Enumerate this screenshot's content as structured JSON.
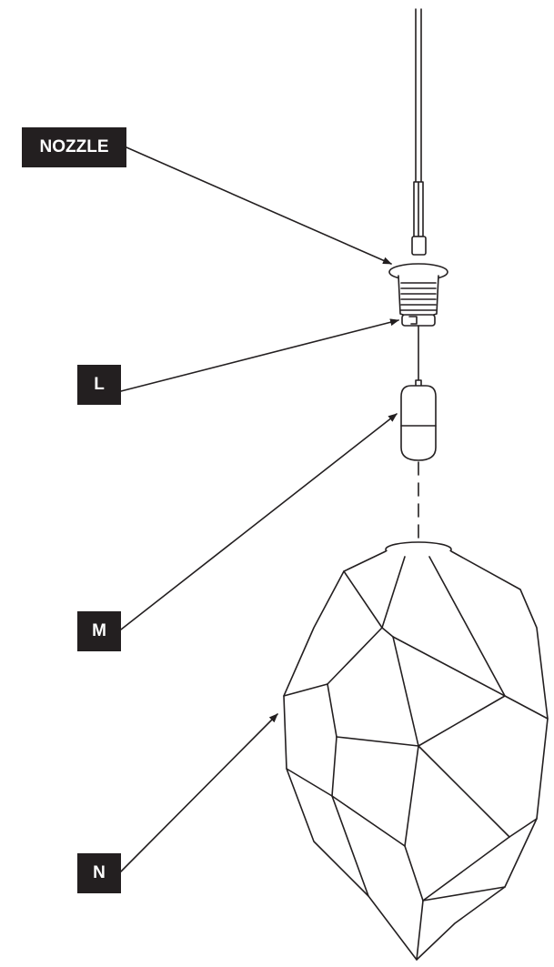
{
  "callouts": {
    "nozzle": "NOZZLE",
    "l": "L",
    "m": "M",
    "n": "N"
  },
  "colors": {
    "label_background": "#231f20",
    "label_text": "#ffffff",
    "line": "#231f20"
  }
}
